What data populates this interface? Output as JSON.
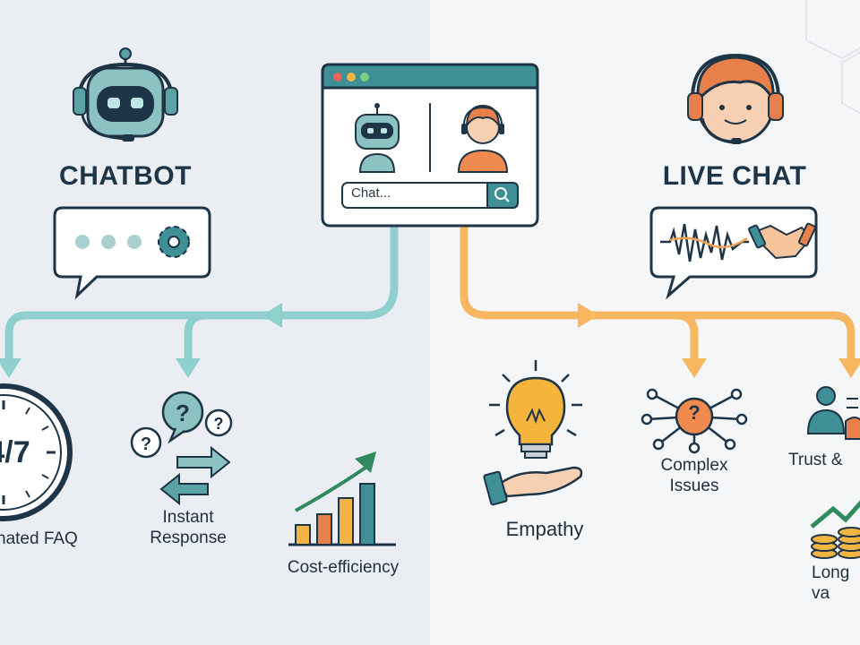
{
  "browser": {
    "search_placeholder": "Chat..."
  },
  "left": {
    "title": "CHATBOT",
    "features": [
      {
        "label": "nated FAQ",
        "clock_text": "4/7"
      },
      {
        "label": "Instant\nResponse"
      },
      {
        "label": "Cost-efficiency"
      }
    ]
  },
  "right": {
    "title": "LIVE CHAT",
    "features": [
      {
        "label": "Empathy"
      },
      {
        "label": "Complex\nIssues",
        "icon_text": "?"
      },
      {
        "label": "Trust &"
      },
      {
        "label": "Long\nva"
      }
    ]
  },
  "colors": {
    "teal": "#7fc8c8",
    "orange": "#f5b25f",
    "navy": "#1e3447",
    "robot": "#7fb8b8",
    "agent_hair": "#e8804a"
  }
}
